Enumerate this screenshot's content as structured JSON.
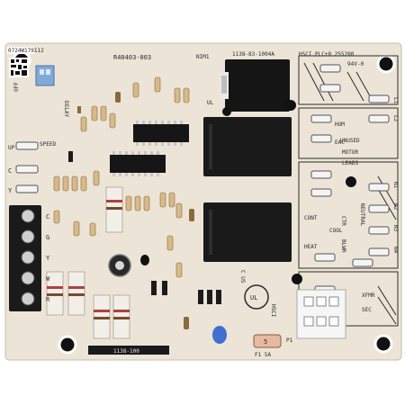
{
  "board": {
    "barcode_text": "0724W179112",
    "part_number": "R40403-003",
    "nim_label": "NIM1",
    "top_code": "1138-83-1004A",
    "bottom_code": "1138-100",
    "hsc_label": "HSCI",
    "plc_label": "PLC+0 255200",
    "vo_label": "94V-0",
    "delay_label": "DELAY",
    "off_label": "OFF",
    "speed_label": "SPEED",
    "up_label": "UP",
    "hum_label": "HUM",
    "eac_label": "EAC",
    "unused_label": "UNUSED",
    "motor_label": "MOTOR",
    "leads_label": "LEADS",
    "cont_label": "CONT",
    "cool_label": "COOL",
    "heat_label": "HEAT",
    "ctr_label": "CTR",
    "neutral_label": "NEUTRAL",
    "blwr_label": "BLWR",
    "xfmr_label": "XFMR",
    "sec_label": "SEC",
    "fuse_label": "F1 5A",
    "fuse_value": "5",
    "p1_label": "P1",
    "ul_mark": "UL",
    "cus_mark": "C US",
    "terminal_labels": [
      "C",
      "G",
      "Y",
      "W",
      "R"
    ],
    "left_labels": [
      "C",
      "C",
      "Y"
    ],
    "right_terminals": [
      "L1",
      "L2",
      "N1",
      "N2",
      "N3",
      "N4"
    ]
  },
  "colors": {
    "background": "#ffffff",
    "board": "#ece4d6",
    "silkscreen": "#2b2b2b",
    "relay": "#1a1a1a",
    "mount_hole": "#111111",
    "resistor": "#d7b98a",
    "cap_blue": "#3f6fd0",
    "fuse": "#e8b9a0"
  },
  "icons": [
    "mounting-hole-icon",
    "relay-icon",
    "chip-icon",
    "resistor-icon",
    "capacitor-icon",
    "fuse-icon",
    "connector-icon",
    "screw-terminal-icon",
    "ul-mark-icon"
  ]
}
